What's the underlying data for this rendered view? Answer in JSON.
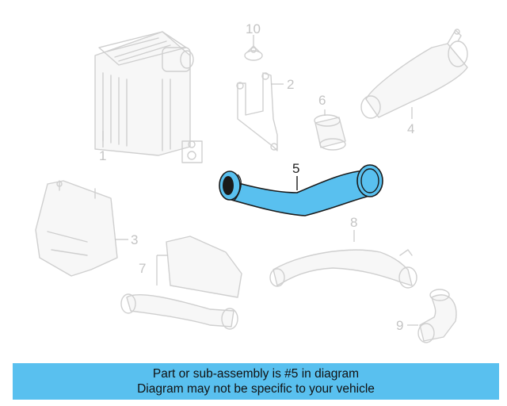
{
  "diagram": {
    "callouts": [
      "1",
      "2",
      "3",
      "4",
      "5",
      "6",
      "7",
      "8",
      "9",
      "10"
    ],
    "highlight_color": "#59c0ef",
    "highlighted_part": "5"
  },
  "footer": {
    "line1": "Part or sub-assembly is #5 in diagram",
    "line2": "Diagram may not be specific to your vehicle",
    "background": "#59c0ef"
  }
}
